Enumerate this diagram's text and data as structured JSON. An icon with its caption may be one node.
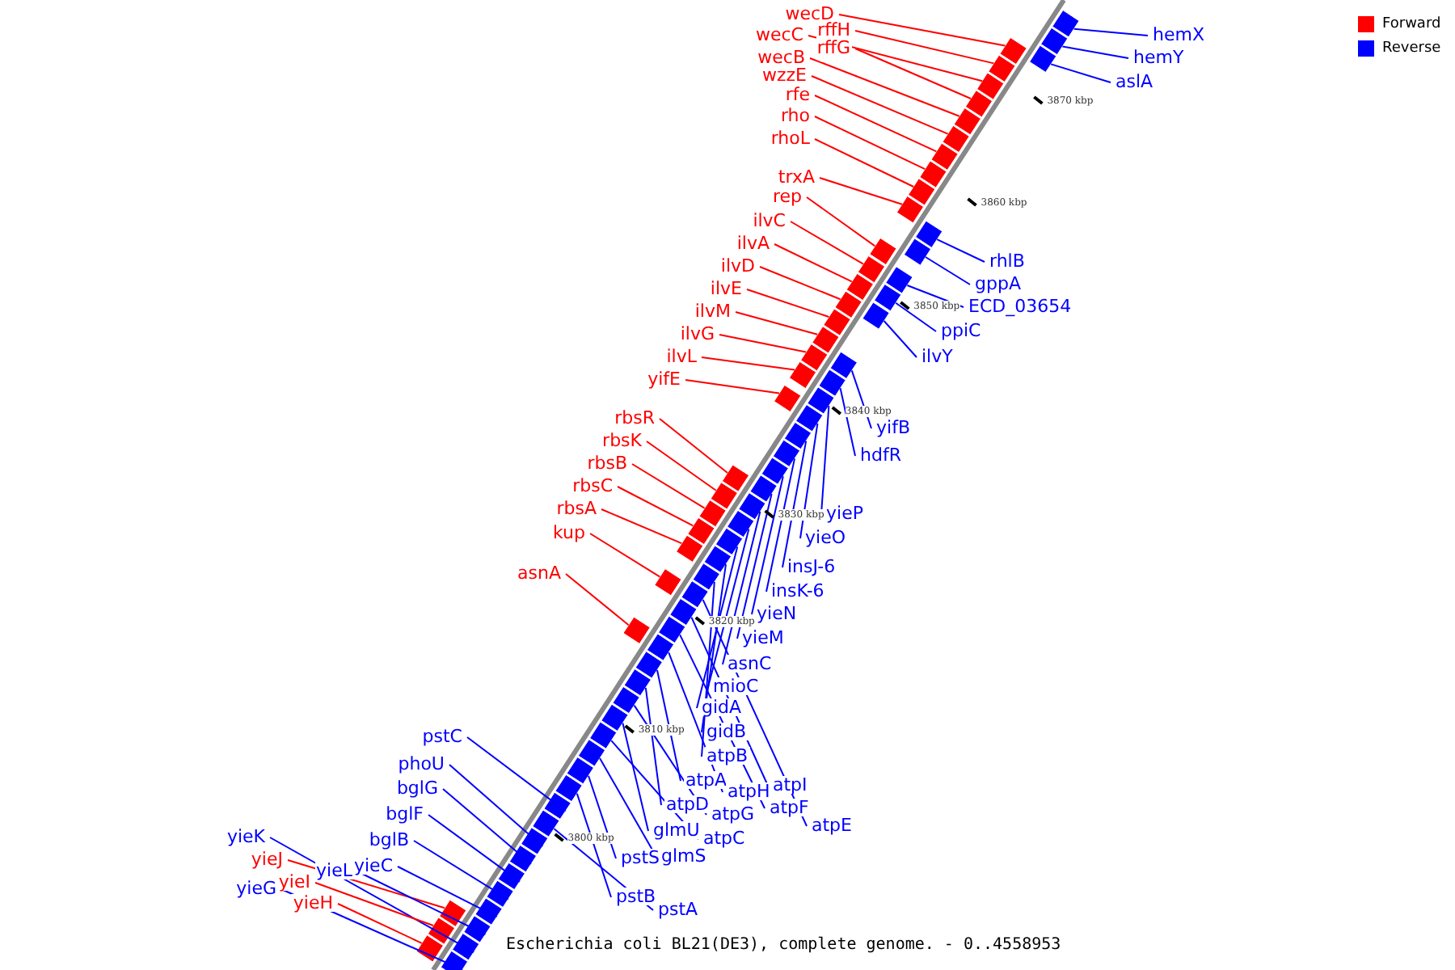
{
  "diagram": {
    "caption": "Escherichia coli BL21(DE3), complete genome. - 0..4558953",
    "nodes": [
      {
        "text": [
          "wecD"
        ]
      },
      {
        "text": [
          "rffH"
        ]
      },
      {
        "text": [
          "wecC"
        ]
      },
      {
        "text": [
          "hemX"
        ]
      },
      {
        "text": [
          "rffG"
        ]
      },
      {
        "text": [
          "wecB"
        ]
      },
      {
        "text": [
          "hemY"
        ]
      },
      {
        "text": [
          "wzzE"
        ]
      },
      {
        "text": [
          "aslA"
        ]
      },
      {
        "text": [
          "rfe"
        ]
      },
      {
        "text": [
          "rho"
        ]
      },
      {
        "text": [
          "rhoL"
        ]
      },
      {
        "text": [
          "trxA"
        ]
      },
      {
        "text": [
          "rep"
        ]
      },
      {
        "text": [
          "ilvC"
        ]
      },
      {
        "text": [
          "ilvA"
        ]
      },
      {
        "text": [
          "rhlB"
        ]
      },
      {
        "text": [
          "ilvD"
        ]
      },
      {
        "text": [
          "gppA"
        ]
      },
      {
        "text": [
          "ilvE"
        ]
      },
      {
        "text": [
          "ECD_03654"
        ]
      },
      {
        "text": [
          "ilvM"
        ]
      },
      {
        "text": [
          "ppiC"
        ]
      },
      {
        "text": [
          "ilvG"
        ]
      },
      {
        "text": [
          "ilvL"
        ]
      },
      {
        "text": [
          "ilvY"
        ]
      },
      {
        "text": [
          "yifE"
        ]
      },
      {
        "text": [
          "rbsR"
        ]
      },
      {
        "text": [
          "yifB"
        ]
      },
      {
        "text": [
          "rbsK"
        ]
      },
      {
        "text": [
          "hdfR"
        ]
      },
      {
        "text": [
          "rbsB"
        ]
      },
      {
        "text": [
          "rbsC"
        ]
      },
      {
        "text": [
          "rbsA"
        ]
      },
      {
        "text": [
          "yieP"
        ]
      },
      {
        "text": [
          "kup"
        ]
      },
      {
        "text": [
          "yieO"
        ]
      },
      {
        "text": [
          "insJ-6"
        ]
      },
      {
        "text": [
          "asnA"
        ]
      },
      {
        "text": [
          "insK-6"
        ]
      },
      {
        "text": [
          "yieN"
        ]
      },
      {
        "text": [
          "yieM"
        ]
      },
      {
        "text": [
          "asnC"
        ]
      },
      {
        "text": [
          "mioC"
        ]
      },
      {
        "text": [
          "gidA"
        ]
      },
      {
        "text": [
          "gidB"
        ]
      },
      {
        "text": [
          "pstC"
        ]
      },
      {
        "text": [
          "atpB"
        ]
      },
      {
        "text": [
          "phoU"
        ]
      },
      {
        "text": [
          "atpA"
        ]
      },
      {
        "text": [
          "atpI"
        ]
      },
      {
        "text": [
          "bglG"
        ]
      },
      {
        "text": [
          "atpH"
        ]
      },
      {
        "text": [
          "atpD"
        ]
      },
      {
        "text": [
          "atpF"
        ]
      },
      {
        "text": [
          "bglF"
        ]
      },
      {
        "text": [
          "atpG"
        ]
      },
      {
        "text": [
          "atpE"
        ]
      },
      {
        "text": [
          "glmU"
        ]
      },
      {
        "text": [
          "yieK"
        ]
      },
      {
        "text": [
          "atpC"
        ]
      },
      {
        "text": [
          "bglB"
        ]
      },
      {
        "text": [
          "glmS"
        ]
      },
      {
        "text": [
          "pstS"
        ]
      },
      {
        "text": [
          "yieJ"
        ]
      },
      {
        "text": [
          "yieC"
        ]
      },
      {
        "text": [
          "yieL"
        ]
      },
      {
        "text": [
          "yieI"
        ]
      },
      {
        "text": [
          "yieG"
        ]
      },
      {
        "text": [
          "pstB"
        ]
      },
      {
        "text": [
          "yieH"
        ]
      },
      {
        "text": [
          "pstA"
        ]
      },
      {
        "text": [],
        "shape": "box"
      },
      {
        "text": [],
        "shape": "box"
      },
      {
        "text": [],
        "shape": "box"
      },
      {
        "text": [],
        "shape": "box"
      },
      {
        "text": [],
        "shape": "box"
      },
      {
        "text": [],
        "shape": "box"
      },
      {
        "text": [],
        "shape": "box"
      },
      {
        "text": [],
        "shape": "box"
      },
      {
        "text": [],
        "shape": "box"
      },
      {
        "text": [],
        "shape": "box"
      },
      {
        "text": [],
        "shape": "box"
      },
      {
        "text": [],
        "shape": "box"
      },
      {
        "text": [],
        "shape": "box"
      },
      {
        "text": [],
        "shape": "box"
      },
      {
        "text": [],
        "shape": "box"
      },
      {
        "text": [],
        "shape": "box"
      },
      {
        "text": [],
        "shape": "box"
      },
      {
        "text": [],
        "shape": "box"
      },
      {
        "text": [],
        "shape": "box"
      },
      {
        "text": [],
        "shape": "box"
      },
      {
        "text": [],
        "shape": "box"
      },
      {
        "text": [],
        "shape": "box"
      },
      {
        "text": [],
        "shape": "box"
      },
      {
        "text": [],
        "shape": "box"
      },
      {
        "text": [],
        "shape": "box"
      },
      {
        "text": [],
        "shape": "box"
      },
      {
        "text": [],
        "shape": "box"
      },
      {
        "text": [],
        "shape": "box"
      },
      {
        "text": [],
        "shape": "box"
      },
      {
        "text": [],
        "shape": "box"
      },
      {
        "text": [],
        "shape": "box"
      },
      {
        "text": [],
        "shape": "box"
      },
      {
        "text": [],
        "shape": "box"
      },
      {
        "text": [],
        "shape": "box"
      },
      {
        "text": [],
        "shape": "box"
      },
      {
        "text": [],
        "shape": "box"
      },
      {
        "text": [],
        "shape": "box"
      },
      {
        "text": [],
        "shape": "box"
      },
      {
        "text": [],
        "shape": "box"
      },
      {
        "text": [],
        "shape": "box"
      },
      {
        "text": [],
        "shape": "box"
      },
      {
        "text": [],
        "shape": "box"
      },
      {
        "text": [],
        "shape": "box"
      },
      {
        "text": [],
        "shape": "box"
      },
      {
        "text": [],
        "shape": "box"
      },
      {
        "text": [],
        "shape": "box"
      },
      {
        "text": [],
        "shape": "box"
      },
      {
        "text": [],
        "shape": "box"
      },
      {
        "text": [],
        "shape": "box"
      },
      {
        "text": [],
        "shape": "box"
      },
      {
        "text": [],
        "shape": "box"
      },
      {
        "text": [],
        "shape": "box"
      },
      {
        "text": [],
        "shape": "box"
      },
      {
        "text": [],
        "shape": "box"
      },
      {
        "text": [],
        "shape": "box"
      },
      {
        "text": [],
        "shape": "box"
      },
      {
        "text": [],
        "shape": "box"
      },
      {
        "text": [],
        "shape": "box"
      },
      {
        "text": [],
        "shape": "box"
      },
      {
        "text": [],
        "shape": "box"
      },
      {
        "text": [],
        "shape": "box"
      },
      {
        "text": [],
        "shape": "box"
      },
      {
        "text": [],
        "shape": "box"
      },
      {
        "text": [],
        "shape": "box"
      },
      {
        "text": [],
        "shape": "box"
      },
      {
        "text": [],
        "shape": "box"
      },
      {
        "text": [],
        "shape": "box"
      },
      {
        "text": [],
        "shape": "box"
      },
      {
        "text": [],
        "shape": "box"
      },
      {
        "text": [],
        "shape": "box"
      },
      {
        "text": [],
        "shape": "box"
      },
      {
        "text": [],
        "shape": "box"
      }
    ],
    "edges": [
      {
        "from": 0,
        "to": 72,
        "arrow": "none",
        "color": "#ff0000"
      },
      {
        "from": 1,
        "to": 73,
        "arrow": "none",
        "color": "#ff0000"
      },
      {
        "from": 2,
        "to": 74,
        "arrow": "none",
        "color": "#ff0000"
      },
      {
        "from": 3,
        "to": 75,
        "arrow": "none"
      },
      {
        "from": 4,
        "to": 76,
        "arrow": "none",
        "color": "#ff0000"
      },
      {
        "from": 5,
        "to": 77,
        "arrow": "none",
        "color": "#ff0000"
      },
      {
        "from": 6,
        "to": 78,
        "arrow": "none"
      },
      {
        "from": 7,
        "to": 79,
        "arrow": "none",
        "color": "#ff0000"
      },
      {
        "from": 8,
        "to": 80,
        "arrow": "none"
      },
      {
        "from": 9,
        "to": 81,
        "arrow": "none",
        "color": "#ff0000"
      },
      {
        "from": 10,
        "to": 82,
        "arrow": "none",
        "color": "#ff0000"
      },
      {
        "from": 11,
        "to": 83,
        "arrow": "none",
        "color": "#ff0000"
      },
      {
        "from": 12,
        "to": 84,
        "arrow": "none",
        "color": "#ff0000"
      },
      {
        "from": 13,
        "to": 85,
        "arrow": "none",
        "color": "#ff0000"
      },
      {
        "from": 14,
        "to": 86,
        "arrow": "none",
        "color": "#ff0000"
      },
      {
        "from": 15,
        "to": 87,
        "arrow": "none",
        "color": "#ff0000"
      },
      {
        "from": 16,
        "to": 88,
        "arrow": "none"
      },
      {
        "from": 17,
        "to": 89,
        "arrow": "none",
        "color": "#ff0000"
      },
      {
        "from": 18,
        "to": 90,
        "arrow": "none"
      },
      {
        "from": 19,
        "to": 91,
        "arrow": "none",
        "color": "#ff0000"
      },
      {
        "from": 20,
        "to": 92,
        "arrow": "none"
      },
      {
        "from": 21,
        "to": 93,
        "arrow": "none",
        "color": "#ff0000"
      },
      {
        "from": 22,
        "to": 94,
        "arrow": "none"
      },
      {
        "from": 23,
        "to": 95,
        "arrow": "none",
        "color": "#ff0000"
      },
      {
        "from": 24,
        "to": 96,
        "arrow": "none",
        "color": "#ff0000"
      },
      {
        "from": 25,
        "to": 97,
        "arrow": "none"
      },
      {
        "from": 26,
        "to": 98,
        "arrow": "none",
        "color": "#ff0000"
      },
      {
        "from": 27,
        "to": 99,
        "arrow": "none",
        "color": "#ff0000"
      },
      {
        "from": 28,
        "to": 100,
        "arrow": "none"
      },
      {
        "from": 29,
        "to": 101,
        "arrow": "none",
        "color": "#ff0000"
      },
      {
        "from": 30,
        "to": 102,
        "arrow": "none"
      },
      {
        "from": 31,
        "to": 103,
        "arrow": "none",
        "color": "#ff0000"
      },
      {
        "from": 32,
        "to": 104,
        "arrow": "none",
        "color": "#ff0000"
      },
      {
        "from": 33,
        "to": 105,
        "arrow": "none",
        "color": "#ff0000"
      },
      {
        "from": 34,
        "to": 106,
        "arrow": "none"
      },
      {
        "from": 35,
        "to": 107,
        "arrow": "none",
        "color": "#ff0000"
      },
      {
        "from": 36,
        "to": 108,
        "arrow": "none"
      },
      {
        "from": 37,
        "to": 109,
        "arrow": "none"
      },
      {
        "from": 38,
        "to": 110,
        "arrow": "none",
        "color": "#ff0000"
      },
      {
        "from": 39,
        "to": 111,
        "arrow": "none"
      },
      {
        "from": 40,
        "to": 112,
        "arrow": "none"
      },
      {
        "from": 41,
        "to": 113,
        "arrow": "none"
      },
      {
        "from": 42,
        "to": 114,
        "arrow": "none"
      },
      {
        "from": 43,
        "to": 115,
        "arrow": "none"
      },
      {
        "from": 44,
        "to": 116,
        "arrow": "none"
      },
      {
        "from": 45,
        "to": 117,
        "arrow": "none"
      },
      {
        "from": 46,
        "to": 118,
        "arrow": "none"
      },
      {
        "from": 47,
        "to": 119,
        "arrow": "none"
      },
      {
        "from": 48,
        "to": 120,
        "arrow": "none"
      },
      {
        "from": 49,
        "to": 121,
        "arrow": "none"
      },
      {
        "from": 50,
        "to": 122,
        "arrow": "none"
      },
      {
        "from": 51,
        "to": 123,
        "arrow": "none"
      },
      {
        "from": 52,
        "to": 124,
        "arrow": "none"
      },
      {
        "from": 53,
        "to": 125,
        "arrow": "none"
      },
      {
        "from": 54,
        "to": 126,
        "arrow": "none"
      },
      {
        "from": 55,
        "to": 127,
        "arrow": "none"
      },
      {
        "from": 56,
        "to": 128,
        "arrow": "none"
      },
      {
        "from": 57,
        "to": 129,
        "arrow": "none"
      },
      {
        "from": 58,
        "to": 130,
        "arrow": "none"
      },
      {
        "from": 59,
        "to": 131,
        "arrow": "none"
      },
      {
        "from": 60,
        "to": 132,
        "arrow": "none"
      },
      {
        "from": 61,
        "to": 133,
        "arrow": "none"
      },
      {
        "from": 62,
        "to": 134,
        "arrow": "none"
      },
      {
        "from": 63,
        "to": 135,
        "arrow": "none"
      },
      {
        "from": 64,
        "to": 136,
        "arrow": "none",
        "color": "#ff0000"
      },
      {
        "from": 65,
        "to": 137,
        "arrow": "none"
      },
      {
        "from": 66,
        "to": 138,
        "arrow": "none"
      },
      {
        "from": 67,
        "to": 139,
        "arrow": "none",
        "color": "#ff0000"
      },
      {
        "from": 68,
        "to": 140,
        "arrow": "none"
      },
      {
        "from": 69,
        "to": 141,
        "arrow": "none"
      },
      {
        "from": 70,
        "to": 142,
        "arrow": "none",
        "color": "#ff0000"
      },
      {
        "from": 71,
        "to": 143,
        "arrow": "none"
      }
    ],
    "labels": [
      "3870 kbp",
      "3860 kbp",
      "3850 kbp",
      "3840 kbp",
      "3830 kbp",
      "3820 kbp",
      "3810 kbp",
      "3800 kbp"
    ],
    "legend": [
      {
        "text": "Forward",
        "color": "#ff0000"
      },
      {
        "text": "Reverse",
        "color": "#0000ff"
      }
    ]
  }
}
